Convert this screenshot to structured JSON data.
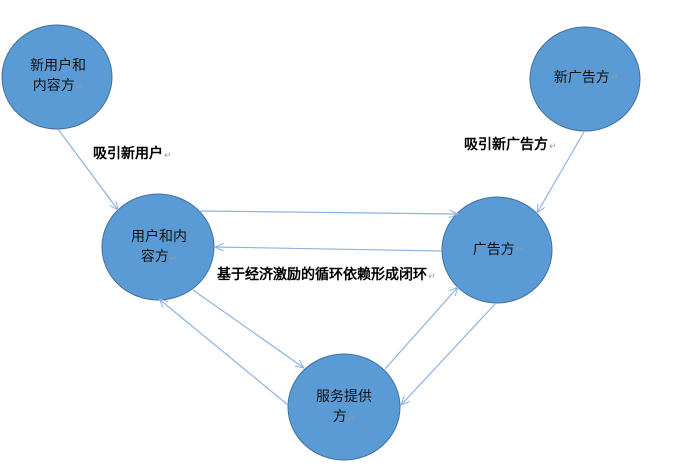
{
  "nodes": {
    "new_users": {
      "line1": "新用户和",
      "line2": "内容方"
    },
    "users": {
      "line1": "用户和内",
      "line2": "容方"
    },
    "advertisers": {
      "line1": "广告方"
    },
    "new_advertisers": {
      "line1": "新广告方"
    },
    "service": {
      "line1": "服务提供",
      "line2": "方"
    }
  },
  "labels": {
    "attract_users": "吸引新用户",
    "attract_advertisers": "吸引新广告方",
    "loop": "基于经济激励的循环依赖形成闭环"
  },
  "return_mark": "↵",
  "colors": {
    "node_fill": "#5b9bd5",
    "node_stroke": "#41719c",
    "arrow": "#8db3e2"
  }
}
